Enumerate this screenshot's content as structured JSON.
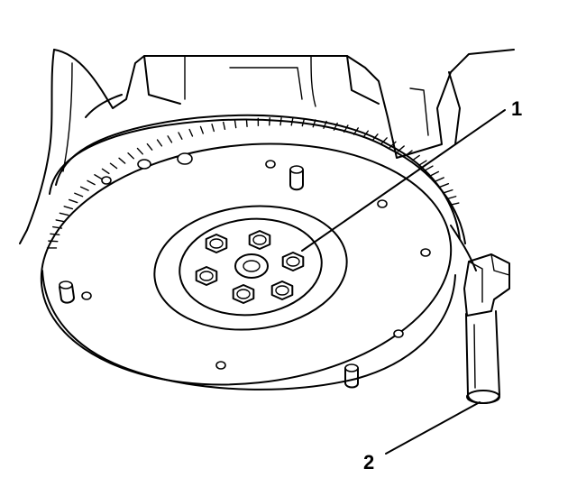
{
  "callouts": [
    {
      "number": "1",
      "target": "flywheel-bolts"
    },
    {
      "number": "2",
      "target": "flywheel-holding-tool"
    }
  ],
  "colors": {
    "line": "#000000",
    "background": "#ffffff"
  }
}
